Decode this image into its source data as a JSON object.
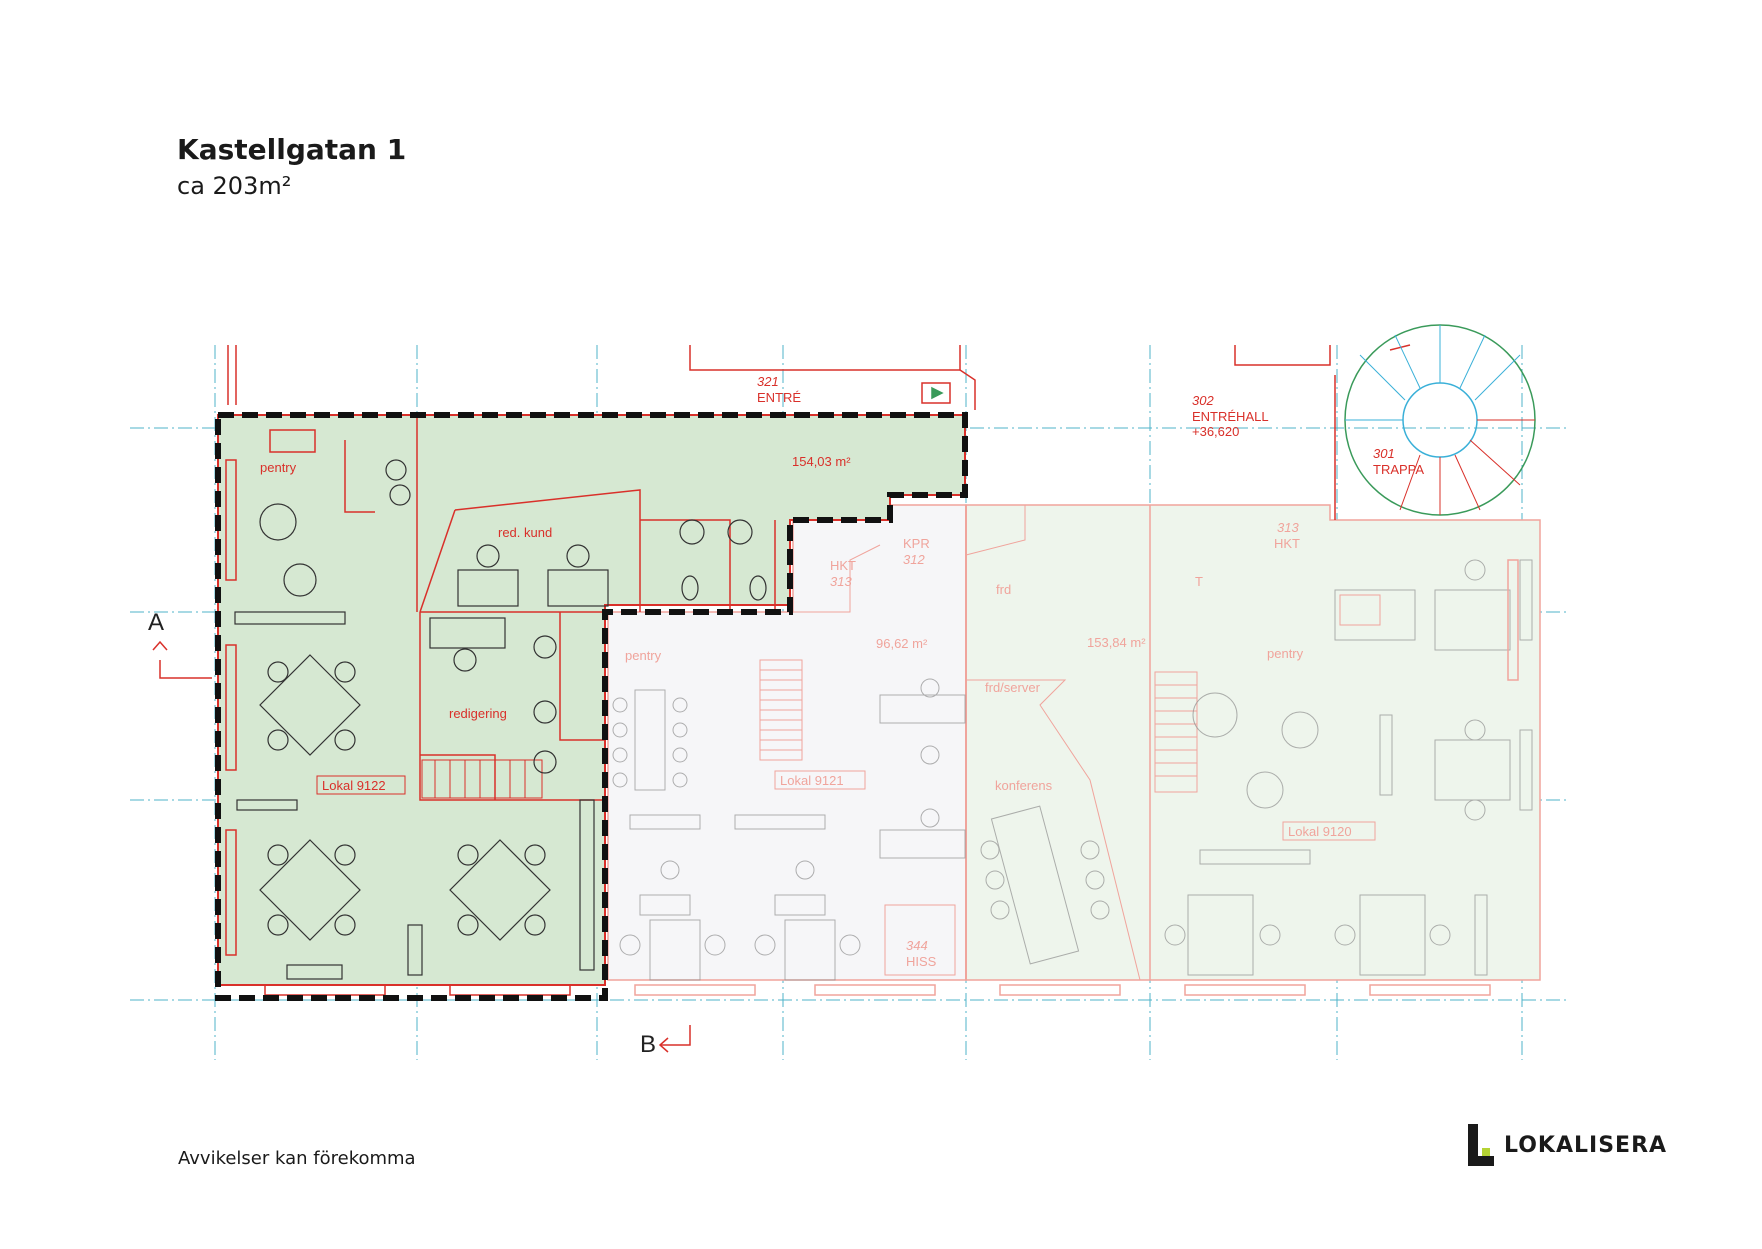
{
  "header": {
    "title": "Kastellgatan 1",
    "area": "ca 203m²"
  },
  "footer": {
    "disclaimer": "Avvikelser kan förekomma",
    "brand": "LOKALISERA"
  },
  "colors": {
    "wall_red": "#d9302a",
    "faded_red": "#f0a49c",
    "green_fill": "#d6e8d2",
    "faded_green": "#eef5ec",
    "grid_cyan": "#4fb3c8",
    "boundary": "#111111",
    "stair_blue": "#3ab0d8",
    "stair_green": "#3a9a5a",
    "logo_green": "#b5d334"
  },
  "plan": {
    "section_a": "A",
    "section_b": "B",
    "rooms": {
      "entre_num": "321",
      "entre": "ENTRÉ",
      "entrehall_num": "302",
      "entrehall": "ENTRÉHALL",
      "entrehall_level": "+36,620",
      "trappa_num": "301",
      "trappa": "TRAPPA",
      "area_top": "154,03 m²",
      "pentry_1": "pentry",
      "red_kund": "red. kund",
      "redigering": "redigering",
      "lokal_9122": "Lokal 9122",
      "hkt_1": "HKT",
      "hkt_1_num": "313",
      "kpr": "KPR",
      "kpr_num": "312",
      "frd": "frd",
      "num_313": "313",
      "hkt_2": "HKT",
      "t_label": "T",
      "pentry_2": "pentry",
      "area_mid": "96,62 m²",
      "lokal_9121": "Lokal 9121",
      "frd_server": "frd/server",
      "area_right": "153,84 m²",
      "pentry_3": "pentry",
      "konferens": "konferens",
      "lokal_9120": "Lokal 9120",
      "hiss_num": "344",
      "hiss": "HISS"
    }
  }
}
